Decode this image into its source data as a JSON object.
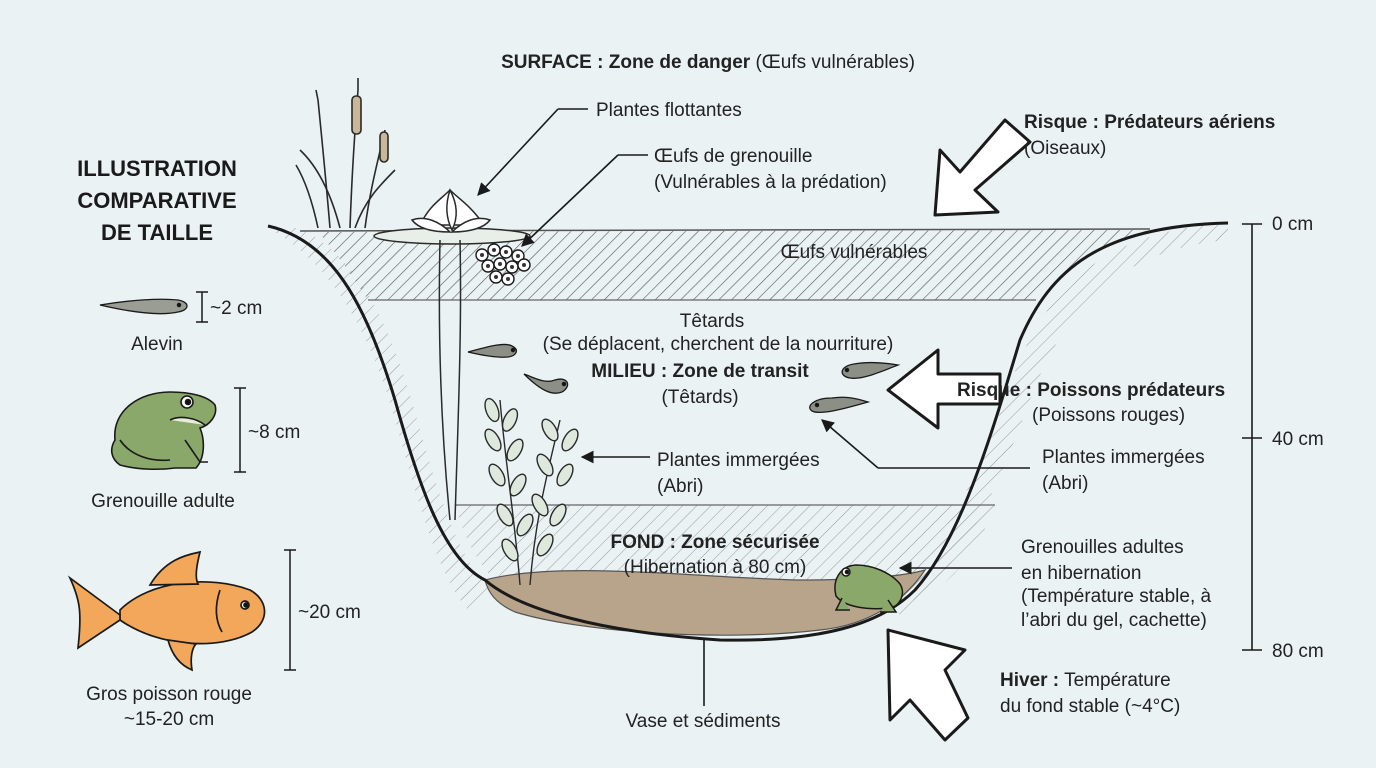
{
  "surface": {
    "bold": "SURFACE : Zone de danger",
    "normal": " (Œufs vulnérables)"
  },
  "comparison_title": [
    "ILLUSTRATION",
    "COMPARATIVE",
    "DE TAILLE"
  ],
  "sizes": {
    "alevin": {
      "measure": "~2 cm",
      "label": "Alevin"
    },
    "frog": {
      "measure": "~8 cm",
      "label": "Grenouille adulte"
    },
    "goldfish": {
      "measure": "~20 cm",
      "label_1": "Gros poisson rouge",
      "label_2": "~15-20 cm"
    }
  },
  "labels": {
    "floating_plants": "Plantes flottantes",
    "eggs_1": "Œufs de grenouille",
    "eggs_2": "(Vulnérables à la prédation)",
    "eggs_zone": "Œufs vulnérables",
    "tadpoles_1": "Têtards",
    "tadpoles_2": "(Se déplacent, cherchent de la nourriture)",
    "middle_bold": "MILIEU : Zone de transit",
    "middle_sub": "(Têtards)",
    "submerged_left_1": "Plantes immergées",
    "submerged_left_2": "(Abri)",
    "submerged_right_1": "Plantes immergées",
    "submerged_right_2": "(Abri)",
    "bottom_bold": "FOND : Zone sécurisée",
    "bottom_sub": "(Hibernation à 80 cm)",
    "mud": "Vase et sédiments",
    "hib_1": "Grenouilles adultes",
    "hib_2": "en hibernation",
    "hib_3": "(Température stable, à",
    "hib_4": "l’abri du gel, cachette)"
  },
  "risks": {
    "air_bold": "Risque : Prédateurs aériens",
    "air_sub": "(Oiseaux)",
    "fish_bold": "Risque : Poissons prédateurs",
    "fish_sub": "(Poissons rouges)",
    "winter_bold": "Hiver :",
    "winter_1": " Température",
    "winter_2": "du fond stable (~4°C)"
  },
  "depth_scale": [
    "0 cm",
    "40 cm",
    "80 cm"
  ],
  "colors": {
    "background": "#eaf2f3",
    "line": "#1a1a1a",
    "mud": "#b7a48a",
    "frog": "#8aa86a",
    "goldfish": "#f2a75a",
    "tadpole": "#8c8f86"
  }
}
